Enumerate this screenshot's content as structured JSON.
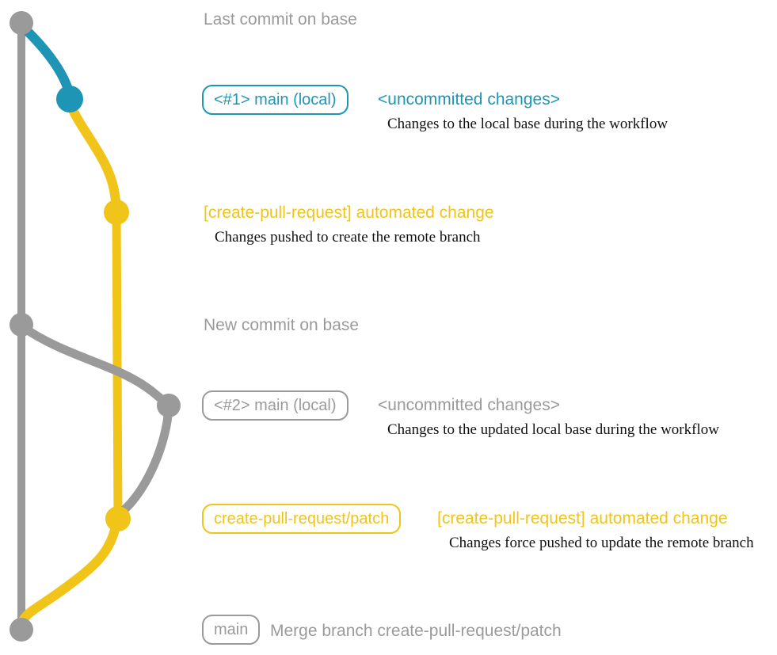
{
  "colors": {
    "gray": "#9a9a9a",
    "blue": "#1f95b5",
    "yellow": "#f0c419",
    "description_text": "#111111",
    "background": "#ffffff"
  },
  "commits": [
    {
      "title": "Last commit on base"
    },
    {
      "badge": "<#1> main (local)",
      "note": "<uncommitted changes>",
      "description": "Changes to the local base during the workflow"
    },
    {
      "note": "[create-pull-request] automated change",
      "description": "Changes pushed to create the remote branch"
    },
    {
      "title": "New commit on base"
    },
    {
      "badge": "<#2> main (local)",
      "note": "<uncommitted changes>",
      "description": "Changes to the updated local base during the workflow"
    },
    {
      "badge": "create-pull-request/patch",
      "note": "[create-pull-request] automated change",
      "description": "Changes force pushed to update the remote branch"
    },
    {
      "badge": "main",
      "note": "Merge branch create-pull-request/patch"
    }
  ]
}
